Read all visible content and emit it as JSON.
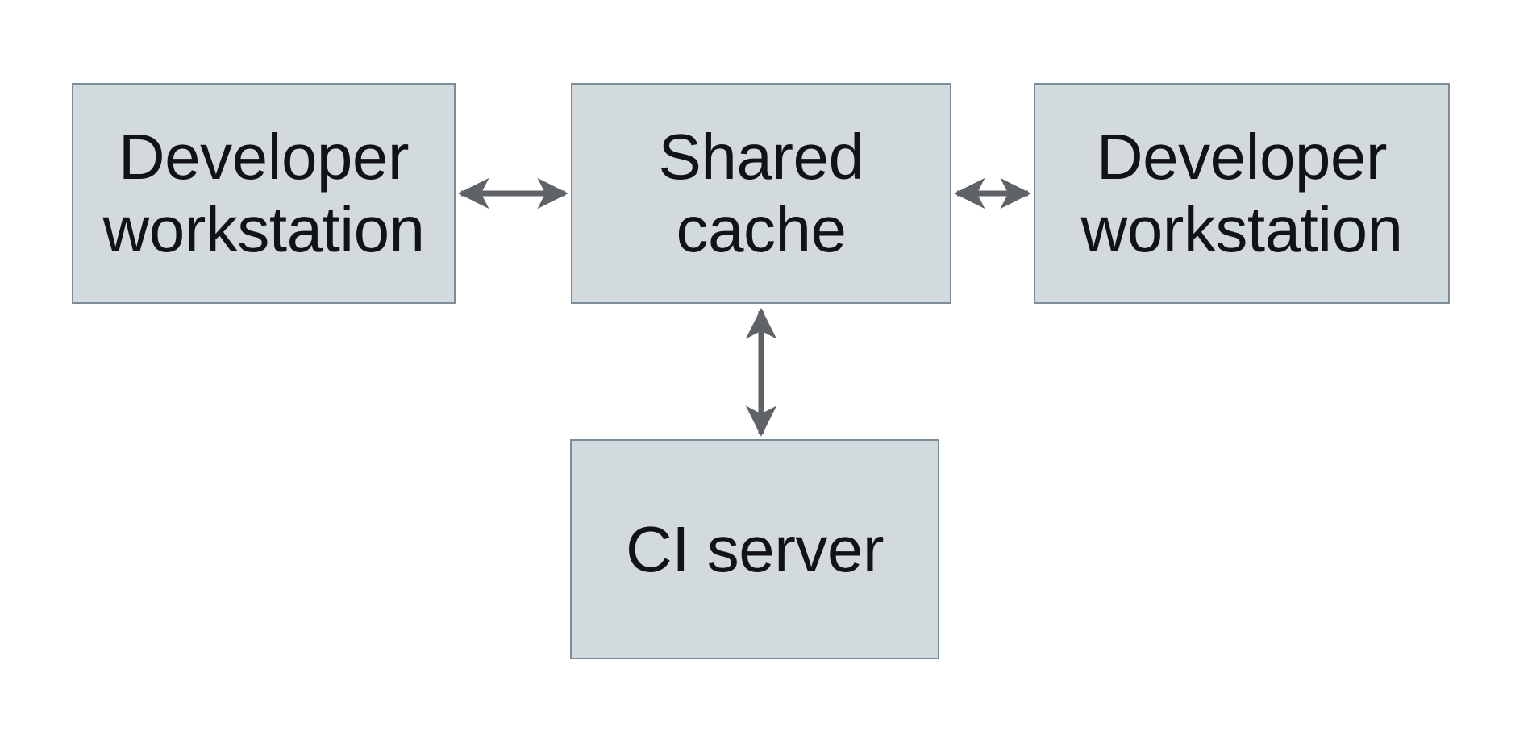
{
  "diagram": {
    "nodes": {
      "dev_workstation_left": {
        "label": [
          "Developer",
          "workstation"
        ]
      },
      "shared_cache": {
        "label": [
          "Shared",
          "cache"
        ]
      },
      "dev_workstation_right": {
        "label": [
          "Developer",
          "workstation"
        ]
      },
      "ci_server": {
        "label": [
          "CI server"
        ]
      }
    },
    "edges": [
      {
        "from": "dev_workstation_left",
        "to": "shared_cache",
        "type": "bidirectional"
      },
      {
        "from": "shared_cache",
        "to": "dev_workstation_right",
        "type": "bidirectional"
      },
      {
        "from": "shared_cache",
        "to": "ci_server",
        "type": "bidirectional"
      }
    ],
    "colors": {
      "node_fill": "#d3dadd",
      "node_border": "#7b8d99",
      "arrow": "#5f6368",
      "text": "#111315",
      "background": "#ffffff"
    }
  }
}
